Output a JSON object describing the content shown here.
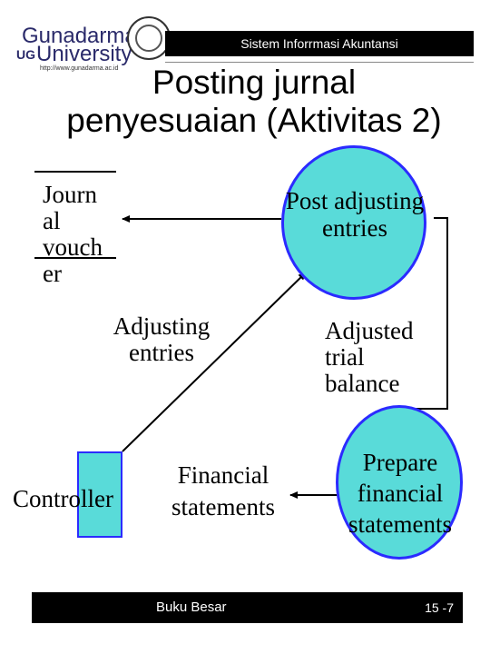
{
  "header": {
    "logo_line1": "Gunadarma",
    "logo_line2": "University",
    "logo_prefix": "UG",
    "logo_url": "http://www.gunadarma.ac.id",
    "course": "Sistem Inforrmasi Akuntansi"
  },
  "title": {
    "line1": "Posting jurnal",
    "line2": "penyesuaian (Aktivitas 2)"
  },
  "diagram": {
    "journal_voucher": [
      "Journ",
      "al",
      "vouch",
      "er"
    ],
    "post_process": [
      "Post adjusting",
      "entries"
    ],
    "adjusting_entries": [
      "Adjusting",
      "entries"
    ],
    "adjusted_trial": [
      "Adjusted",
      "trial",
      "balance"
    ],
    "controller": "Controller",
    "financial_statements": [
      "Financial",
      "statements"
    ],
    "prepare_process": [
      "Prepare",
      "financial",
      "statements"
    ]
  },
  "footer": {
    "left": "Buku Besar",
    "right": "15 -7"
  },
  "colors": {
    "process_fill": "#59dbd9",
    "process_border": "#2b2bff",
    "bar": "#000000"
  }
}
